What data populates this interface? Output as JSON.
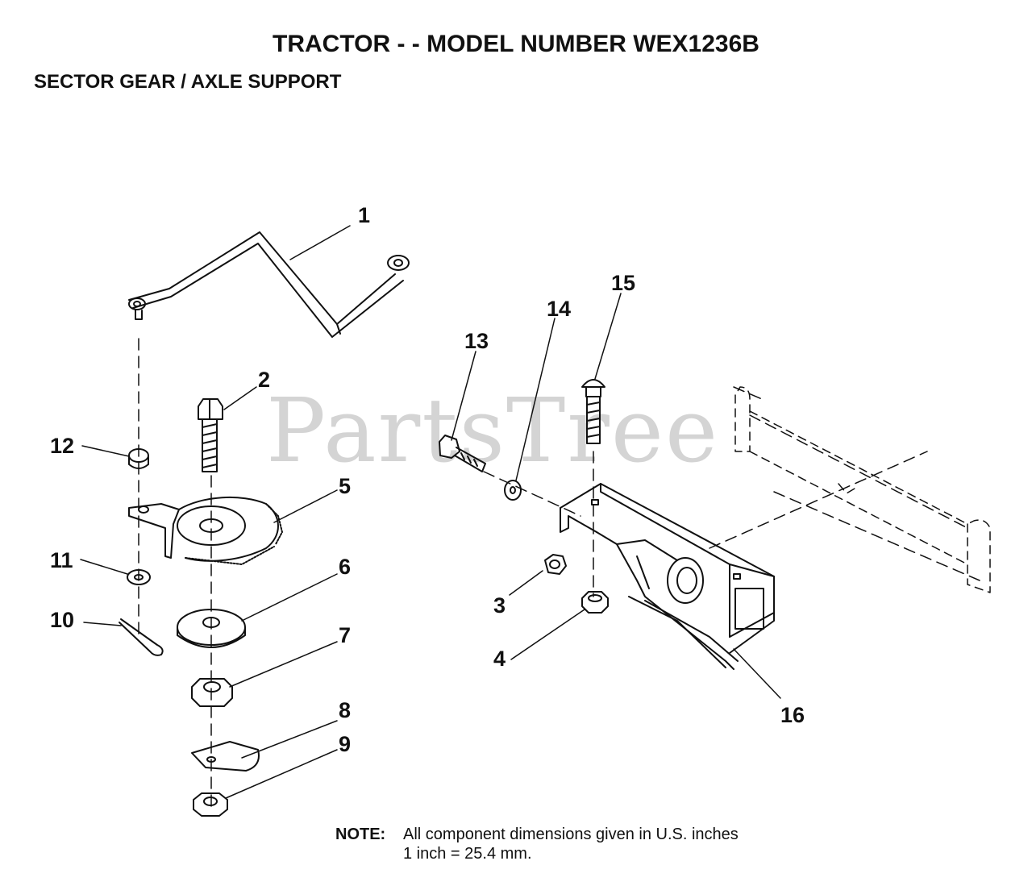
{
  "header": {
    "title": "TRACTOR - - MODEL NUMBER WEX1236B",
    "subtitle": "SECTOR GEAR / AXLE SUPPORT"
  },
  "watermark": "PartsTree",
  "callouts": [
    {
      "id": "1",
      "part": "drag-link"
    },
    {
      "id": "2",
      "part": "bolt"
    },
    {
      "id": "3",
      "part": "nut"
    },
    {
      "id": "4",
      "part": "nut"
    },
    {
      "id": "5",
      "part": "sector-gear"
    },
    {
      "id": "6",
      "part": "washer"
    },
    {
      "id": "7",
      "part": "nut"
    },
    {
      "id": "8",
      "part": "clip"
    },
    {
      "id": "9",
      "part": "nut"
    },
    {
      "id": "10",
      "part": "cotter-pin"
    },
    {
      "id": "11",
      "part": "washer"
    },
    {
      "id": "12",
      "part": "bushing"
    },
    {
      "id": "13",
      "part": "bolt"
    },
    {
      "id": "14",
      "part": "washer"
    },
    {
      "id": "15",
      "part": "carriage-bolt"
    },
    {
      "id": "16",
      "part": "axle-support"
    }
  ],
  "note": {
    "label": "NOTE:",
    "line1": "All component dimensions given in U.S. inches",
    "line2": "1 inch = 25.4 mm."
  },
  "colors": {
    "ink": "#111111",
    "watermark": "#d4d4d4",
    "background": "#ffffff"
  }
}
